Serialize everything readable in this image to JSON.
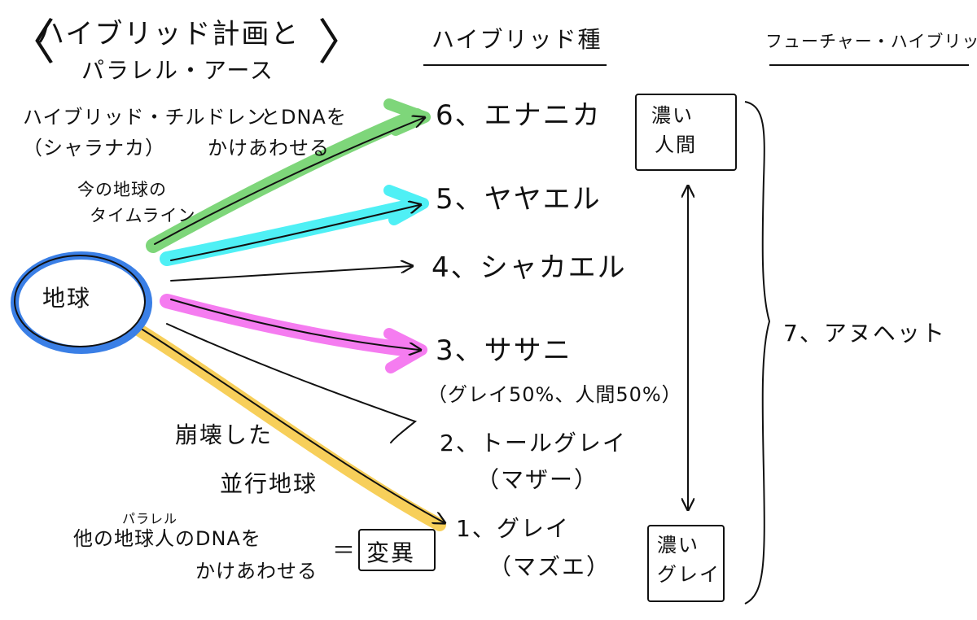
{
  "title": {
    "line1": "ハイブリッド計画と",
    "line2": "パラレル・アース",
    "bracket_left": "〈",
    "bracket_right": "〉"
  },
  "column_headers": {
    "hybrid_species": "ハイブリッド種",
    "future_hybrid": "フューチャー・ハイブリッド"
  },
  "notes": {
    "hybrid_children_1": "ハイブリッド・チルドレン",
    "hybrid_children_2": "（シャラナカ）",
    "dna_mix_1": "とDNAを",
    "dna_mix_2": "かけあわせる",
    "timeline_1": "今の地球の",
    "timeline_2": "タイムライン",
    "collapsed_1": "崩壊した",
    "collapsed_2": "並行地球",
    "parallel_small": "パラレル",
    "other_earth_1": "他の地球人のDNAを",
    "other_earth_2": "かけあわせる",
    "equals": "＝",
    "mutation": "変異"
  },
  "earth_label": "地球",
  "species": [
    {
      "label": "6、エナニカ"
    },
    {
      "label": "5、ヤヤエル"
    },
    {
      "label": "4、シャカエル"
    },
    {
      "label": "3、ササニ"
    },
    {
      "label": "2、トールグレイ"
    },
    {
      "label": "1、グレイ"
    }
  ],
  "species_notes": {
    "sassani": "（グレイ50%、人間50%）",
    "tall_grey": "（マザー）",
    "grey": "（マズエ）"
  },
  "boxes": {
    "dense_human_1": "濃い",
    "dense_human_2": "人間",
    "dense_grey_1": "濃い",
    "dense_grey_2": "グレイ"
  },
  "future": {
    "label": "7、アヌヘット"
  },
  "colors": {
    "green": "#7ed67a",
    "cyan": "#4ff0f5",
    "pink": "#f57cf0",
    "yellow": "#f7cf5a",
    "blue_circle": "#3a7fe6",
    "ink": "#111111"
  }
}
